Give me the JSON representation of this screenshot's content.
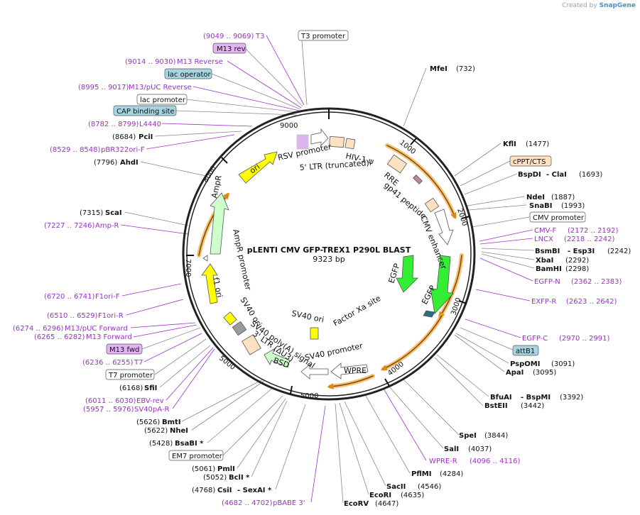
{
  "credit": {
    "prefix": "Created by",
    "brand": "SnapGene"
  },
  "plasmid": {
    "name": "pLENTI CMV GFP-TREX1 P290L BLAST",
    "size": "9323 bp"
  },
  "colors": {
    "gray_line": "#777777",
    "purple": "#9b30c9",
    "orange": "#f3a533",
    "yellow": "#ffff00",
    "green": "#33ee33",
    "light_green": "#ccffcc",
    "peach": "#ffe0c0",
    "box_blue": "#a8d4e0",
    "box_purple": "#e4b3f5"
  },
  "ticks": {
    "label_9000": "9000",
    "label_1000": "1000",
    "label_2000": "2000",
    "label_3000": "3000",
    "label_4000": "4000",
    "label_5000": "5000",
    "label_7000": "7000",
    "label_8000": "8000"
  },
  "features": {
    "rsv_promoter": "RSV promoter",
    "ltr5": "5' LTR (truncated)",
    "hiv_psi": "HIV-1 ψ",
    "rre": "RRE",
    "gp41": "gp41 peptide",
    "cmv_enhancer": "CMV enhancer",
    "egfp1": "EGFP",
    "egfp2": "EGFP",
    "factor_xa": "Factor Xa site",
    "wpre": "WPRE",
    "sv40_promoter": "SV40 promoter",
    "sv40_ori_inner": "SV40 ori",
    "bsd": "BSD",
    "sv40_polya": "SV40 poly(A) signal",
    "ltr3": "3' LTR (ΔU3)",
    "sv40_ori_outer": "SV40 ori",
    "f1_ori": "f1 ori",
    "ampr_promoter": "AmpR promoter",
    "ampr": "AmpR",
    "ori": "ori"
  },
  "labels_left": {
    "t3_range": "(9049 .. 9069)",
    "t3": "T3",
    "m13rev": "M13 rev",
    "m13reverse_range": "(9014 .. 9030)",
    "m13reverse": "M13 Reverse",
    "lac_operator": "lac operator",
    "m13puc_rev_range": "(8995 .. 9017)",
    "m13puc_rev": "M13/pUC Reverse",
    "lac_promoter": "lac promoter",
    "cap_site": "CAP binding site",
    "l4440_range": "(8782 .. 8799)",
    "l4440": "L4440",
    "pcii_pos": "(8684)",
    "pcii": "PciI",
    "pbr322_range": "(8529 .. 8548)",
    "pbr322": "pBR322ori-F",
    "ahdi_pos": "(7796)",
    "ahdi": "AhdI",
    "scai_pos": "(7315)",
    "scai": "ScaI",
    "ampr_primer_range": "(7227 .. 7246)",
    "ampr_primer": "Amp-R",
    "f1ori_f_range": "(6720 .. 6741)",
    "f1ori_f": "F1ori-F",
    "f1ori_r_range": "(6510 .. 6529)",
    "f1ori_r": "F1ori-R",
    "m13puc_fwd_range": "(6274 .. 6296)",
    "m13puc_fwd": "M13/pUC Forward",
    "m13fwd2_range": "(6265 .. 6282)",
    "m13fwd2": "M13 Forward",
    "m13fwd_box": "M13 fwd",
    "t7_range": "(6236 .. 6255)",
    "t7": "T7",
    "t7_promoter": "T7 promoter",
    "sfii_pos": "(6168)",
    "sfii": "SfiI",
    "ebv_range": "(6011 .. 6030)",
    "ebv": "EBV-rev",
    "sv40pa_range": "(5957 .. 5976)",
    "sv40pa": "SV40pA-R",
    "bmti_pos": "(5626)",
    "bmti": "BmtI",
    "nhei_pos": "(5622)",
    "nhei": "NheI",
    "bsabi_pos": "(5428)",
    "bsabi": "BsaBI *",
    "em7": "EM7 promoter",
    "pmli_pos": "(5061)",
    "pmli": "PmlI",
    "bcli_pos": "(5052)",
    "bcli": "BclI *",
    "csii_pos": "(4768)",
    "csii": "CsiI",
    "sexai": "- SexAI *",
    "pbabe_range": "(4682 .. 4702)",
    "pbabe": "pBABE 3'"
  },
  "labels_right": {
    "t3_promoter": "T3 promoter",
    "mfei": "MfeI",
    "mfei_pos": "(732)",
    "kfli": "KflI",
    "kfli_pos": "(1477)",
    "cppt": "cPPT/CTS",
    "bspdi": "BspDI",
    "clai": "- ClaI",
    "clai_pos": "(1693)",
    "ndei": "NdeI",
    "ndei_pos": "(1887)",
    "snabi": "SnaBI",
    "snabi_pos": "(1993)",
    "cmv_promoter": "CMV promoter",
    "cmvf": "CMV-F",
    "cmvf_range": "(2172 .. 2192)",
    "lncx": "LNCX",
    "lncx_range": "(2218 .. 2242)",
    "bsmbi": "BsmBI",
    "esp3i": "- Esp3I",
    "esp3i_pos": "(2242)",
    "xbai": "XbaI",
    "xbai_pos": "(2292)",
    "bamhi": "BamHI",
    "bamhi_pos": "(2298)",
    "egfpn": "EGFP-N",
    "egfpn_range": "(2362 .. 2383)",
    "exfpr": "EXFP-R",
    "exfpr_range": "(2623 .. 2642)",
    "egfpc": "EGFP-C",
    "egfpc_range": "(2970 .. 2991)",
    "attb1": "attB1",
    "pspomi": "PspOMI",
    "pspomi_pos": "(3091)",
    "apai": "ApaI",
    "apai_pos": "(3095)",
    "bfuai": "BfuAI",
    "bspmi": "- BspMI",
    "bspmi_pos": "(3392)",
    "bsteii": "BstEII",
    "bsteii_pos": "(3442)",
    "spei": "SpeI",
    "spei_pos": "(3844)",
    "sali": "SalI",
    "sali_pos": "(4037)",
    "wprer": "WPRE-R",
    "wprer_range": "(4096 .. 4116)",
    "pflmi": "PflMI",
    "pflmi_pos": "(4284)",
    "sacii": "SacII",
    "sacii_pos": "(4546)",
    "ecori": "EcoRI",
    "ecori_pos": "(4635)",
    "ecorv": "EcoRV",
    "ecorv_pos": "(4647)"
  }
}
